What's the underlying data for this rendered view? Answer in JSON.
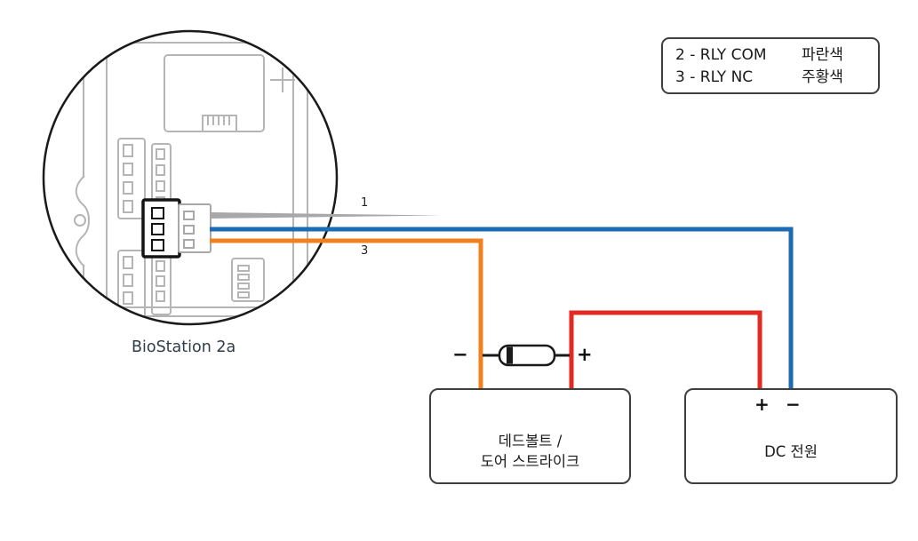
{
  "legend": {
    "rows": [
      {
        "label": "2 - RLY COM",
        "color_name": "파란색"
      },
      {
        "label": "3 - RLY NC",
        "color_name": "주황색"
      }
    ]
  },
  "device": {
    "name": "BioStation 2a"
  },
  "wires": {
    "wire1_label": "1",
    "wire3_label": "3"
  },
  "colors": {
    "blue": "#1c6cb5",
    "orange": "#f0811c",
    "red": "#e22a23",
    "wire1_gray": "#a8a8a8"
  },
  "deadbolt": {
    "line1": "데드볼트 /",
    "line2": "도어 스트라이크",
    "minus": "−",
    "plus": "+"
  },
  "dc_power": {
    "label": "DC 전원",
    "plus": "+",
    "minus": "−"
  }
}
